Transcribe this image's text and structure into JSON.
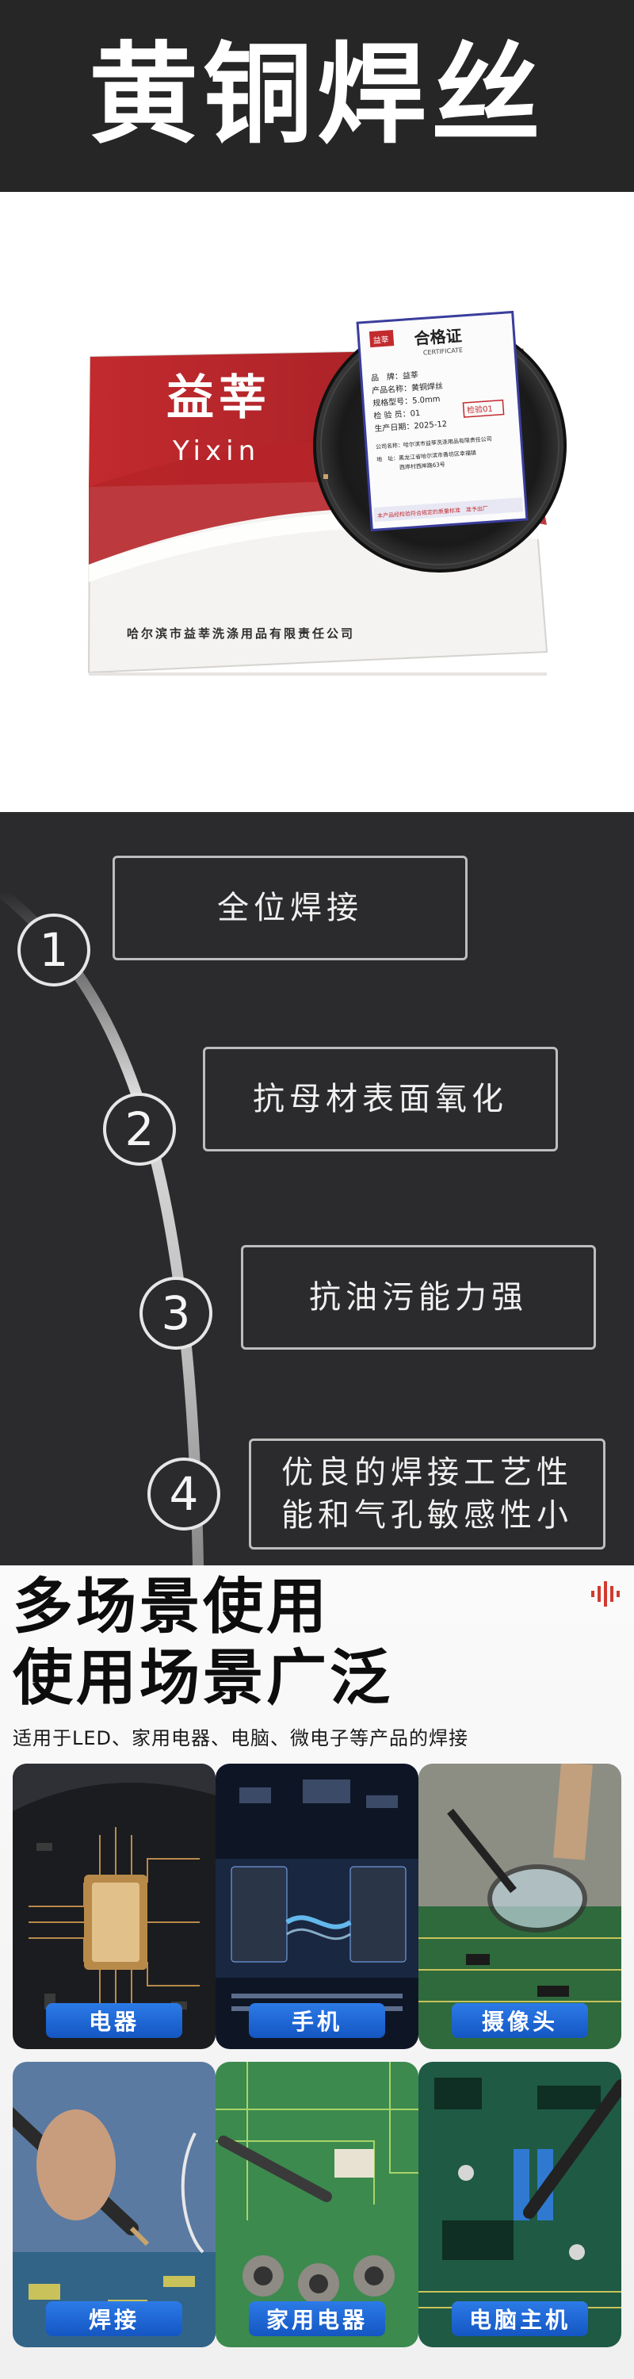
{
  "header": {
    "title": "黄铜焊丝"
  },
  "product": {
    "brand_cn": "益莘",
    "brand_en": "Yixin",
    "company_line": "哈尔滨市益莘洗涤用品有限责任公司",
    "certificate": {
      "badge": "益莘",
      "title": "合格证",
      "subtitle": "CERTIFICATE",
      "lines": [
        "品　牌：益莘",
        "产品名称：黄铜焊丝",
        "规格型号：5.0mm",
        "检 验 员：01",
        "生产日期：2025-12",
        "公司名称：哈尔滨市益莘洗涤用品有限责任公司",
        "地　址：黑龙江省哈尔滨市香坊区幸福镇",
        "西岸村西岸路63号"
      ],
      "stamp": "检验01",
      "footer": "本产品经检验符合规定的质量标准　准予出厂"
    }
  },
  "features": [
    {
      "num": "1",
      "text": "全位焊接"
    },
    {
      "num": "2",
      "text": "抗母材表面氧化"
    },
    {
      "num": "3",
      "text": "抗油污能力强"
    },
    {
      "num": "4",
      "text": "优良的焊接工艺性能和气孔敏感性小"
    }
  ],
  "scenes": {
    "title_line1": "多场景使用",
    "title_line2": "使用场景广泛",
    "subtitle": "适用于LED、家用电器、电脑、微电子等产品的焊接",
    "tiles": [
      {
        "label": "电器"
      },
      {
        "label": "手机"
      },
      {
        "label": "摄像头"
      },
      {
        "label": "焊接"
      },
      {
        "label": "家用电器"
      },
      {
        "label": "电脑主机"
      }
    ]
  },
  "colors": {
    "dark_bg": "#262626",
    "box_red": "#c42a2e",
    "tag_blue": "#1d66d6"
  }
}
